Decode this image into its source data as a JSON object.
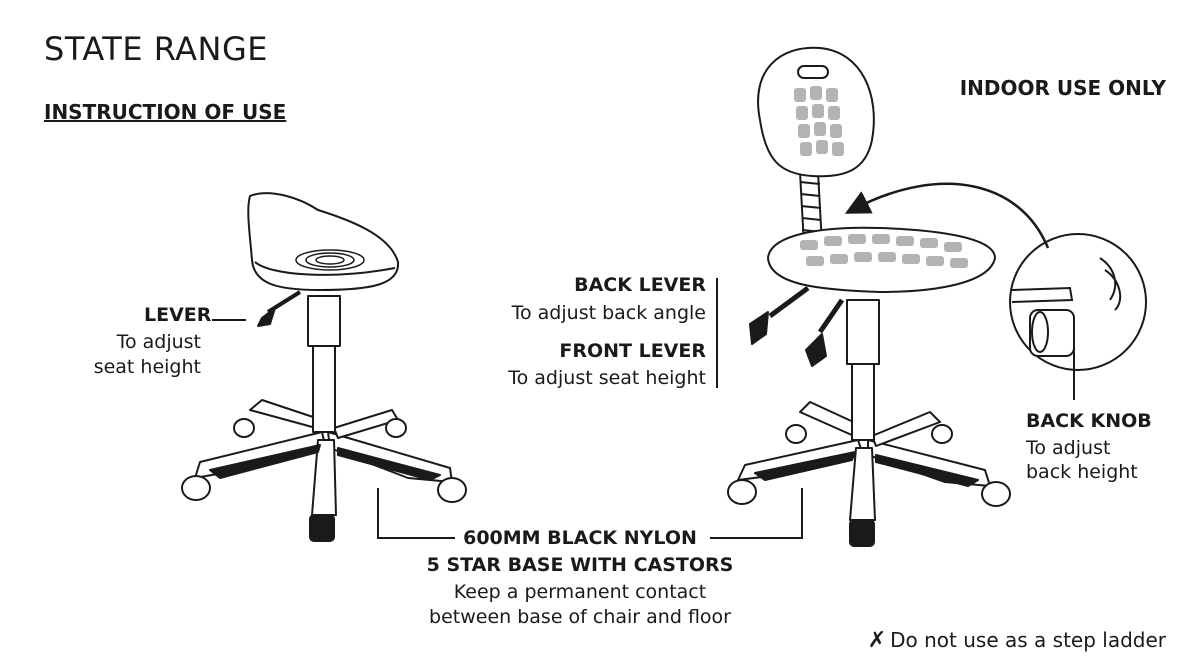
{
  "header": {
    "title": "STATE RANGE",
    "subtitle": "INSTRUCTION OF USE",
    "notice": "INDOOR USE ONLY"
  },
  "callouts": {
    "lever": {
      "label": "LEVER",
      "desc1": "To adjust",
      "desc2": "seat height"
    },
    "back_lever": {
      "label": "BACK LEVER",
      "desc": "To adjust back angle"
    },
    "front_lever": {
      "label": "FRONT LEVER",
      "desc": "To adjust seat height"
    },
    "back_knob": {
      "label": "BACK KNOB",
      "desc1": "To adjust",
      "desc2": "back height"
    },
    "base": {
      "label1": "600MM BLACK NYLON",
      "label2": "5 STAR BASE WITH CASTORS",
      "desc1": "Keep a permanent contact",
      "desc2": "between base of chair and floor"
    }
  },
  "warning": {
    "icon": "x-icon",
    "glyph": "✗",
    "text": "Do not use as a step ladder"
  },
  "colors": {
    "line": "#1a1a1a",
    "pad": "#b3b3b3"
  }
}
